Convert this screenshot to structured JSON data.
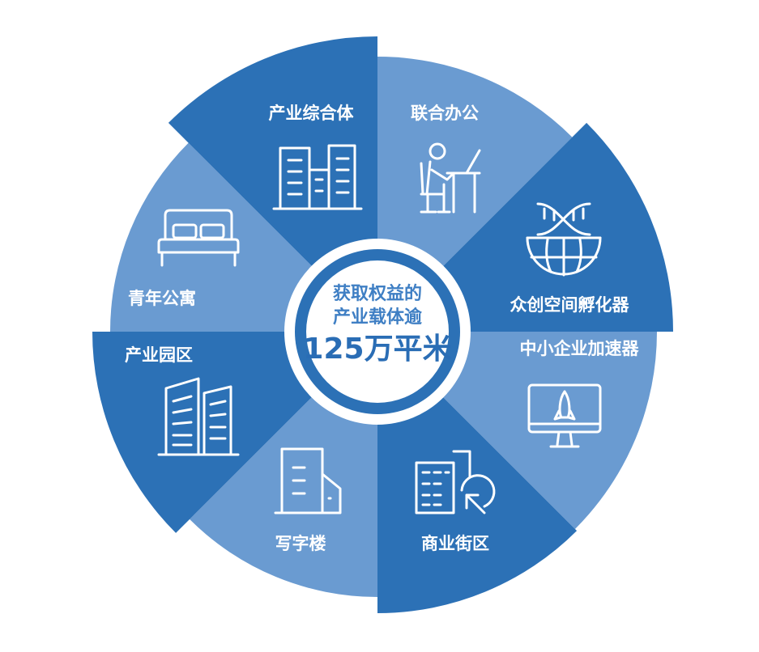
{
  "center": {
    "line1": "获取权益的",
    "line2": "产业载体逾",
    "line3": "125万平米"
  },
  "segments": [
    {
      "label": "联合办公",
      "icon": "coworking-desk-icon",
      "color": "#6a9bd1"
    },
    {
      "label": "众创空间孵化器",
      "icon": "globe-dna-icon",
      "color": "#2c71b6"
    },
    {
      "label": "中小企业加速器",
      "icon": "monitor-rocket-icon",
      "color": "#6a9bd1"
    },
    {
      "label": "商业街区",
      "icon": "commercial-building-icon",
      "color": "#2c71b6"
    },
    {
      "label": "写字楼",
      "icon": "office-tower-icon",
      "color": "#6a9bd1"
    },
    {
      "label": "产业园区",
      "icon": "industrial-park-buildings-icon",
      "color": "#2c71b6"
    },
    {
      "label": "青年公寓",
      "icon": "bed-icon",
      "color": "#6a9bd1"
    },
    {
      "label": "产业综合体",
      "icon": "complex-buildings-icon",
      "color": "#2c71b6"
    }
  ]
}
